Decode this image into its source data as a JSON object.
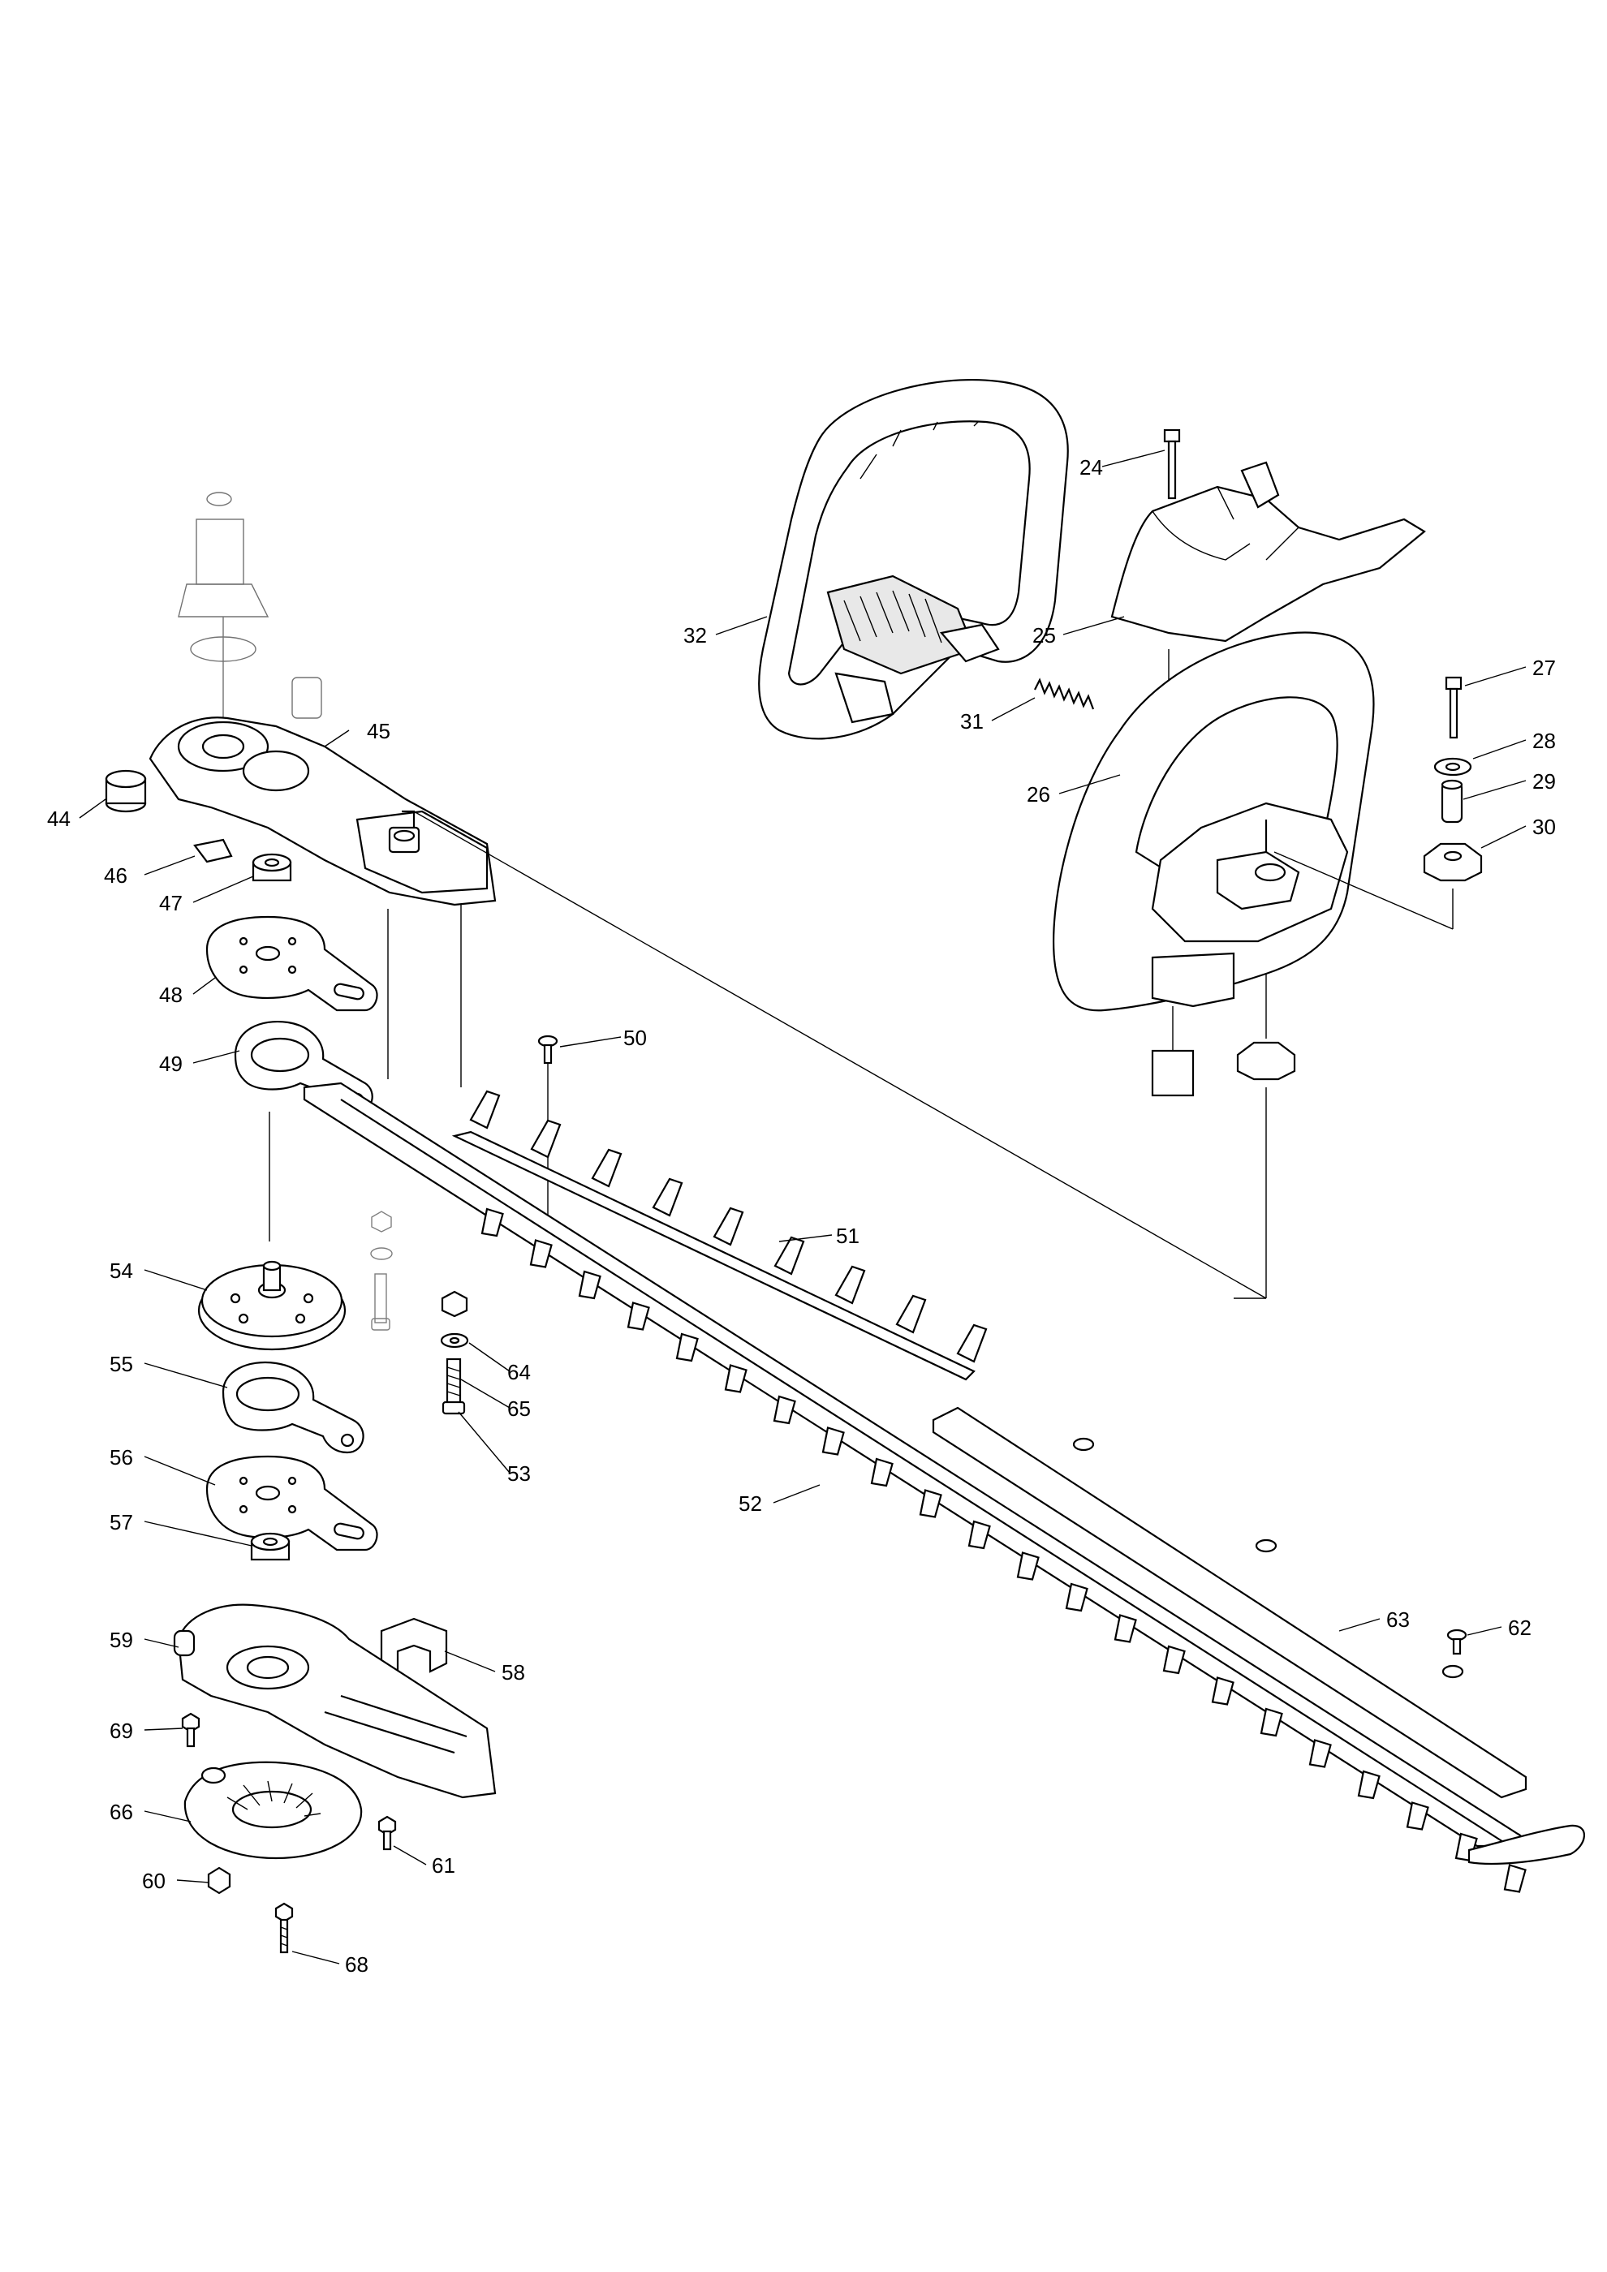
{
  "diagram": {
    "part_labels": {
      "p24": "24",
      "p25": "25",
      "p26": "26",
      "p27": "27",
      "p28": "28",
      "p29": "29",
      "p30": "30",
      "p31": "31",
      "p32": "32",
      "p44": "44",
      "p45": "45",
      "p46": "46",
      "p47": "47",
      "p48": "48",
      "p49": "49",
      "p50": "50",
      "p51": "51",
      "p52": "52",
      "p53": "53",
      "p54": "54",
      "p55": "55",
      "p56": "56",
      "p57": "57",
      "p58": "58",
      "p59": "59",
      "p60": "60",
      "p61": "61",
      "p62": "62",
      "p63": "63",
      "p64": "64",
      "p65": "65",
      "p66": "66",
      "p68": "68",
      "p69": "69"
    }
  }
}
